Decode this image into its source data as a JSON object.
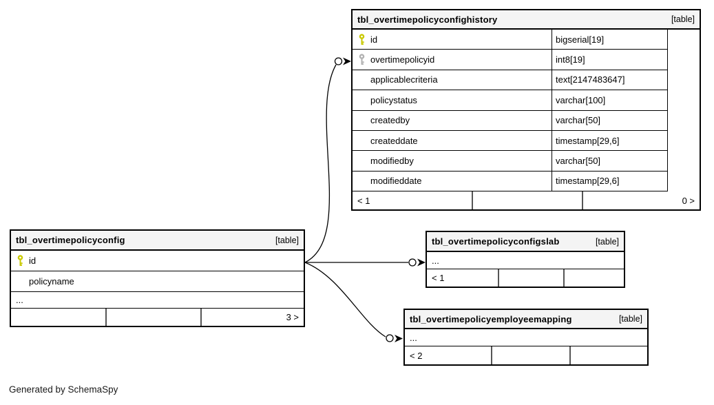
{
  "credit": "Generated by SchemaSpy",
  "colors": {
    "primary_key": "#c9c900",
    "foreign_key": "#b2b2b2",
    "header_bg": "#f4f4f4",
    "border": "#000000"
  },
  "tables": {
    "history": {
      "title": "tbl_overtimepolicyconfighistory",
      "badge": "[table]",
      "rows": [
        {
          "key": "primary",
          "name": "id",
          "type": "bigserial[19]"
        },
        {
          "key": "foreign",
          "name": "overtimepolicyid",
          "type": "int8[19]"
        },
        {
          "key": "none",
          "name": "applicablecriteria",
          "type": "text[2147483647]"
        },
        {
          "key": "none",
          "name": "policystatus",
          "type": "varchar[100]"
        },
        {
          "key": "none",
          "name": "createdby",
          "type": "varchar[50]"
        },
        {
          "key": "none",
          "name": "createddate",
          "type": "timestamp[29,6]"
        },
        {
          "key": "none",
          "name": "modifiedby",
          "type": "varchar[50]"
        },
        {
          "key": "none",
          "name": "modifieddate",
          "type": "timestamp[29,6]"
        }
      ],
      "footer_left": "< 1",
      "footer_right": "0 >"
    },
    "config": {
      "title": "tbl_overtimepolicyconfig",
      "badge": "[table]",
      "rows": [
        {
          "key": "primary",
          "name": "id"
        },
        {
          "key": "none",
          "name": "policyname"
        }
      ],
      "ellipsis": "...",
      "footer_right": "3 >"
    },
    "slab": {
      "title": "tbl_overtimepolicyconfigslab",
      "badge": "[table]",
      "ellipsis": "...",
      "footer_left": "< 1"
    },
    "mapping": {
      "title": "tbl_overtimepolicyemployeemapping",
      "badge": "[table]",
      "ellipsis": "...",
      "footer_left": "< 2"
    }
  }
}
